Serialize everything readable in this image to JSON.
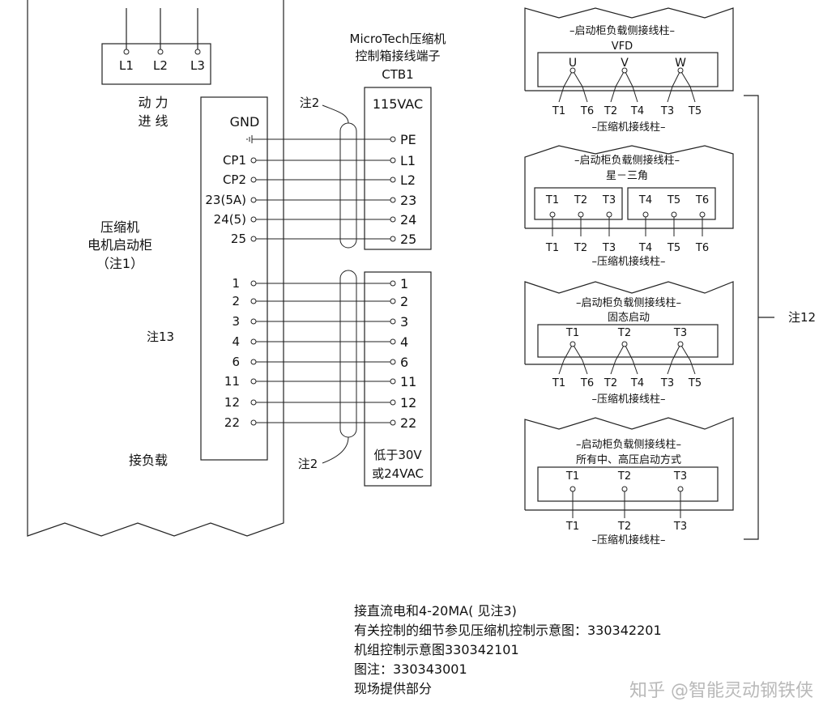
{
  "starter": {
    "power_label_1": "动 力",
    "power_label_2": "进 线",
    "power_terminals": [
      "L1",
      "L2",
      "L3"
    ],
    "title_1": "压缩机",
    "title_2": "电机启动柜",
    "title_3": "（注1）",
    "note13": "注13",
    "load_label": "接负载",
    "left_terminals_top": [
      "GND",
      "CP1",
      "CP2",
      "23(5A)",
      "24(5)",
      "25"
    ],
    "left_terminals_bottom": [
      "1",
      "2",
      "3",
      "4",
      "6",
      "11",
      "12",
      "22"
    ]
  },
  "ctb": {
    "title_1": "MicroTech压缩机",
    "title_2": "控制箱接线端子",
    "title_3": "CTB1",
    "voltage_high": "115VAC",
    "right_terminals_top": [
      "PE",
      "L1",
      "L2",
      "23",
      "24",
      "25"
    ],
    "right_terminals_bottom": [
      "1",
      "2",
      "3",
      "4",
      "6",
      "11",
      "12",
      "22"
    ],
    "low_voltage_1": "低于30V",
    "low_voltage_2": "或24VAC",
    "note2_top": "注2",
    "note2_bottom": "注2"
  },
  "panels": [
    {
      "header": "–启动柜负载侧接线柱–",
      "subheader": "VFD",
      "top_labels": [
        "U",
        "V",
        "W"
      ],
      "bottom_labels": [
        "T1",
        "T6",
        "T2",
        "T4",
        "T3",
        "T5"
      ],
      "footer": "–压缩机接线柱–"
    },
    {
      "header": "–启动柜负载侧接线柱–",
      "subheader": "星－三角",
      "top_labels": [
        "T1",
        "T2",
        "T3",
        "T4",
        "T5",
        "T6"
      ],
      "bottom_labels": [
        "T1",
        "T2",
        "T3",
        "T4",
        "T5",
        "T6"
      ],
      "footer": "–压缩机接线柱–"
    },
    {
      "header": "–启动柜负载侧接线柱–",
      "subheader": "固态启动",
      "top_labels": [
        "T1",
        "T2",
        "T3"
      ],
      "bottom_labels": [
        "T1",
        "T6",
        "T2",
        "T4",
        "T3",
        "T5"
      ],
      "footer": "–压缩机接线柱–"
    },
    {
      "header": "–启动柜负载侧接线柱–",
      "subheader": "所有中、高压启动方式",
      "top_labels": [
        "T1",
        "T2",
        "T3"
      ],
      "bottom_labels": [
        "T1",
        "T2",
        "T3"
      ],
      "footer": "–压缩机接线柱–"
    }
  ],
  "note12": "注12",
  "notes": [
    "接直流电和4-20MA( 见注3)",
    "有关控制的细节参见压缩机控制示意图：330342201",
    "机组控制示意图330342101",
    "图注：330343001",
    "现场提供部分"
  ],
  "watermark": "知乎 @智能灵动钢铁侠"
}
